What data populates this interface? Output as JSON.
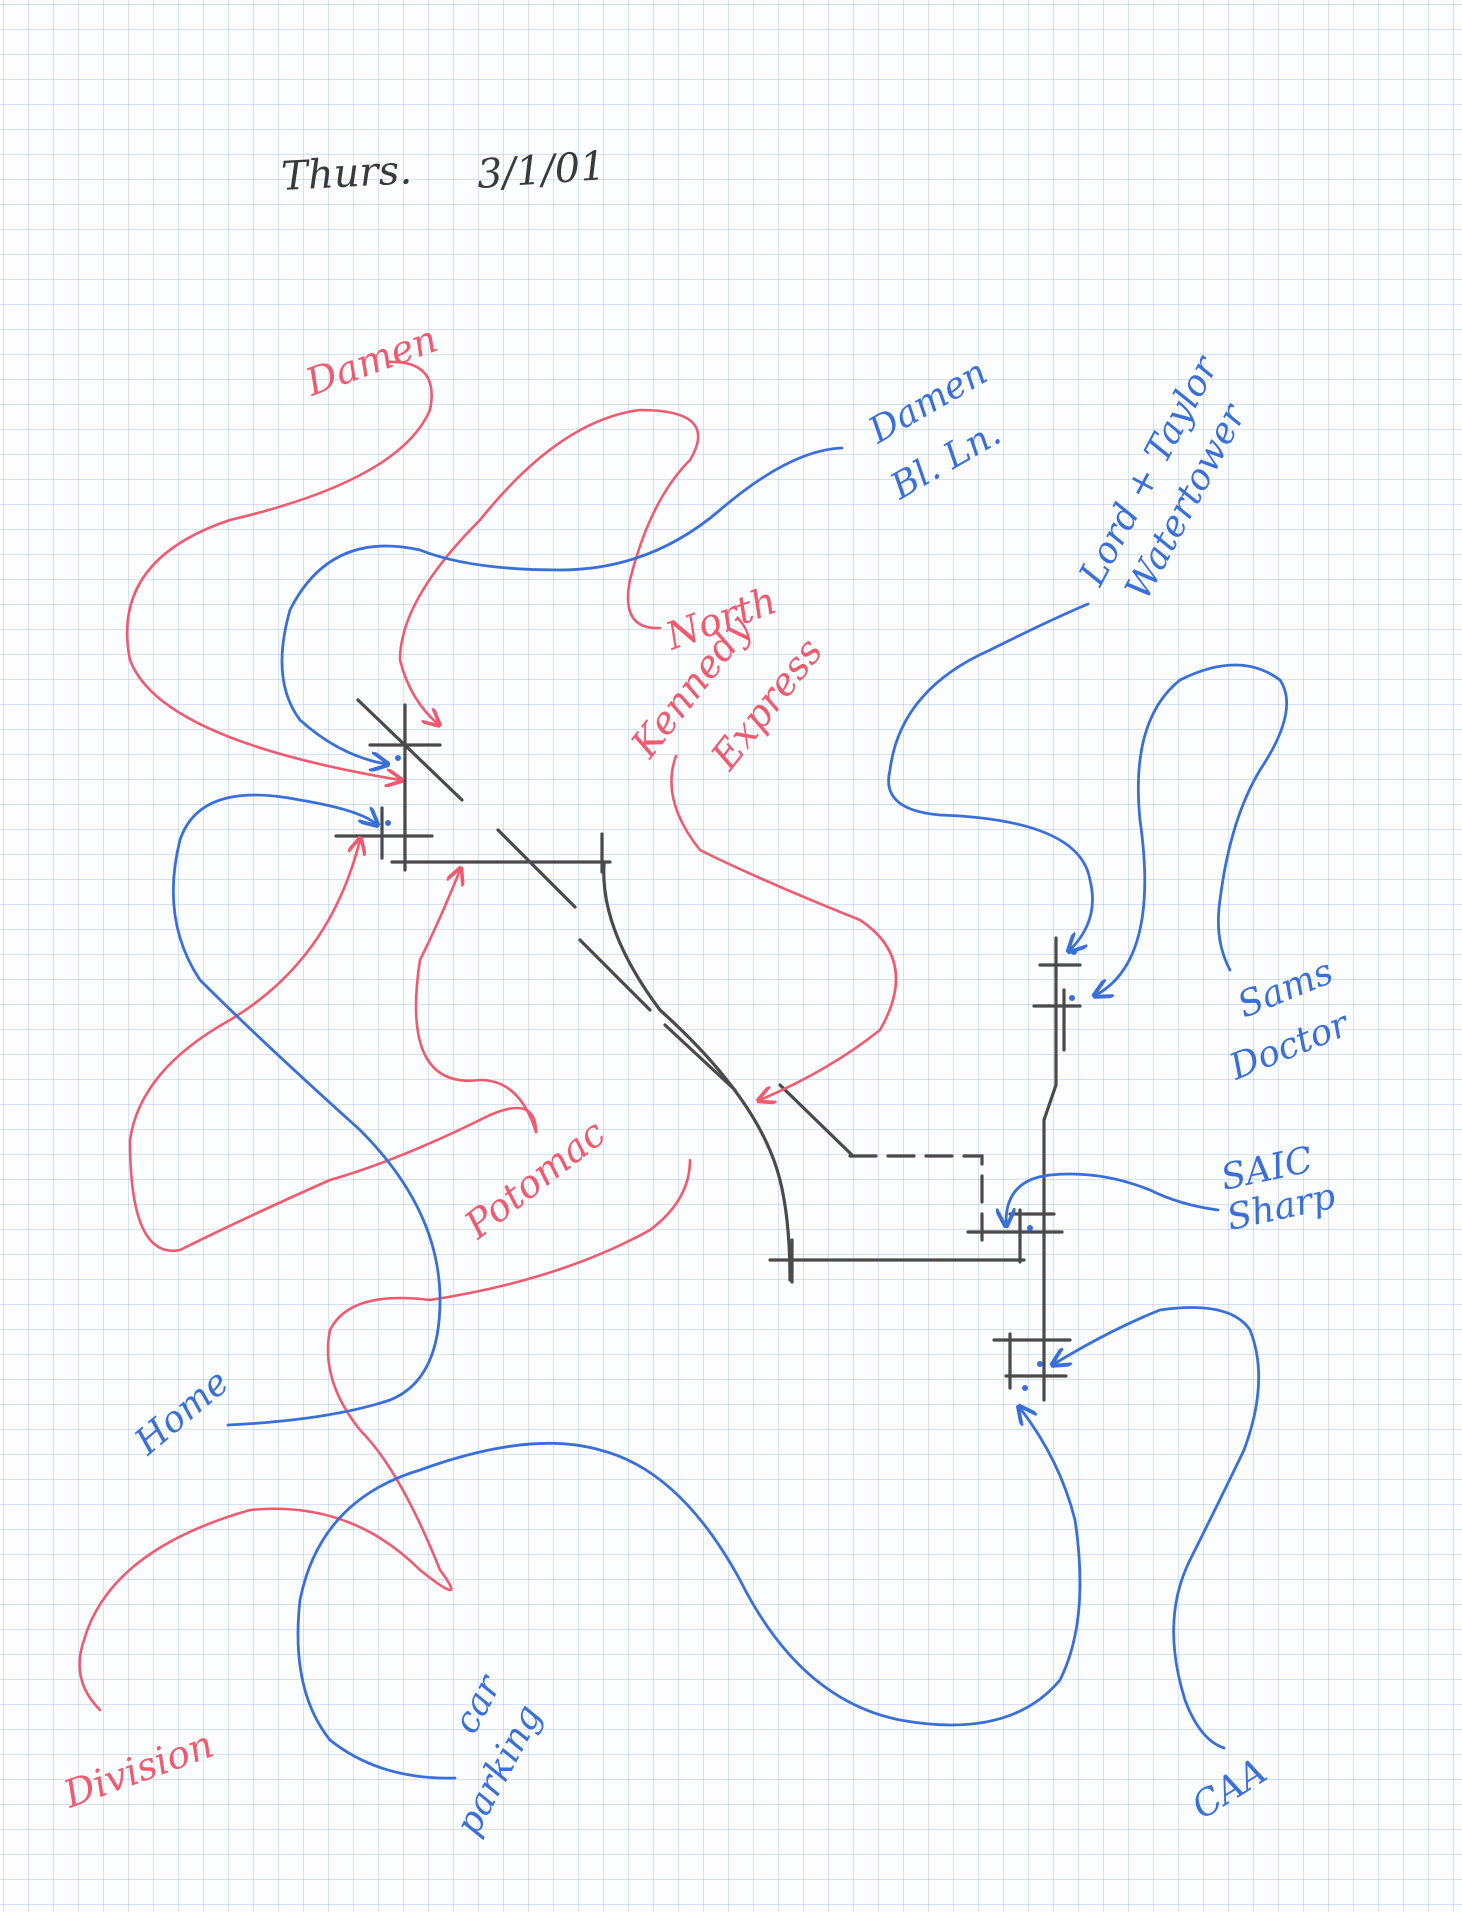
{
  "header": {
    "day": "Thurs.",
    "date": "3/1/01"
  },
  "labels": {
    "damen_red": "Damen",
    "north": "North",
    "kennedy": "Kennedy",
    "express": "Express",
    "potomac": "Potomac",
    "division": "Division",
    "damen_bl_line_1": "Damen",
    "damen_bl_line_2": "Bl. Ln.",
    "lord_taylor": "Lord + Taylor",
    "watertower": "Watertower",
    "sams": "Sams",
    "doctor": "Doctor",
    "saic": "SAIC",
    "sharp": "Sharp",
    "home": "Home",
    "car": "car",
    "parking": "parking",
    "caa": "CAA"
  },
  "colors": {
    "paper": "#fbfdff",
    "grid": "#8fa6dc",
    "street_ink": "#4a4a4a",
    "red_ink": "#f05a6e",
    "blue_ink": "#3a6fd8"
  }
}
